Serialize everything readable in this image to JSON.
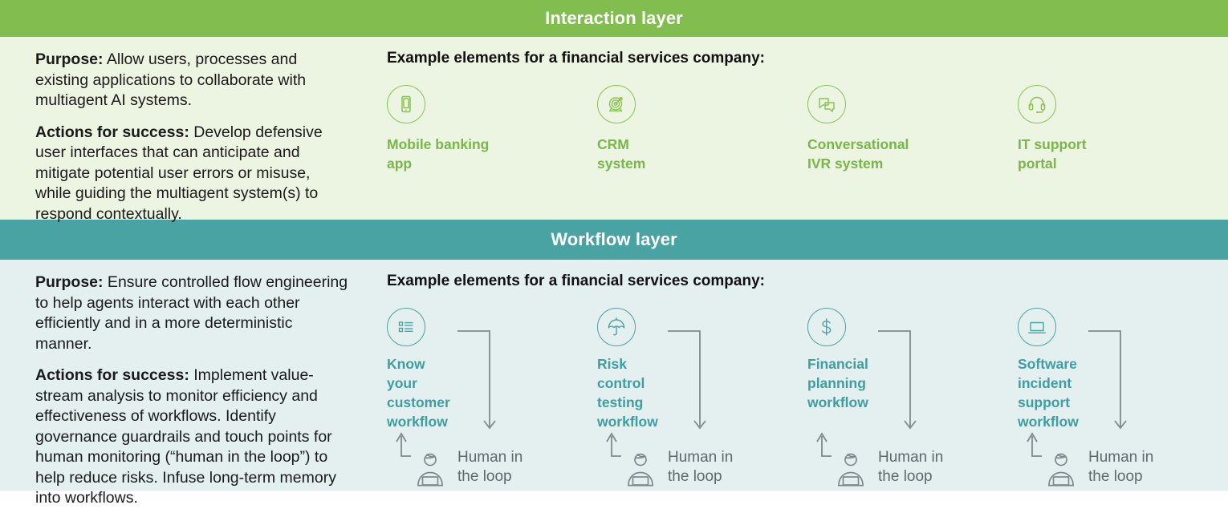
{
  "layers": [
    {
      "id": "interaction",
      "title": "Interaction layer",
      "bar_color": "#82bd50",
      "panel_color": "#ecf4e2",
      "accent_color": "#7ab648",
      "purpose_label": "Purpose:",
      "purpose_text": " Allow users, processes and existing applications to collaborate with multiagent AI systems.",
      "actions_label": "Actions for success:",
      "actions_text": " Develop defensive user interfaces that can anticipate and mitigate potential user errors or misuse, while guiding the multiagent system(s) to respond contextually.",
      "examples_heading": "Example elements for a financial services company:",
      "elements": [
        {
          "icon": "mobile-phone-icon",
          "label": "Mobile banking\napp"
        },
        {
          "icon": "target-bullseye-icon",
          "label": "CRM\nsystem"
        },
        {
          "icon": "chat-bubbles-icon",
          "label": "Conversational\nIVR system"
        },
        {
          "icon": "headset-icon",
          "label": "IT support\nportal"
        }
      ]
    },
    {
      "id": "workflow",
      "title": "Workflow layer",
      "bar_color": "#49a3a3",
      "panel_color": "#e4eff0",
      "accent_color": "#3d9ea2",
      "purpose_label": "Purpose:",
      "purpose_text": " Ensure controlled flow engineering to help agents interact with each other efficiently and in a more deterministic manner.",
      "actions_label": "Actions for success:",
      "actions_text": " Implement value-stream analysis to monitor efficiency and effectiveness of workflows. Identify governance guardrails and touch points for human monitoring (“human in the loop”) to help reduce risks. Infuse long-term memory into workflows.",
      "examples_heading": "Example elements for a financial services company:",
      "human_loop_label": "Human in\nthe loop",
      "elements": [
        {
          "icon": "checklist-icon",
          "label": "Know\nyour\ncustomer\nworkflow"
        },
        {
          "icon": "umbrella-icon",
          "label": "Risk\ncontrol\ntesting\nworkflow"
        },
        {
          "icon": "dollar-sign-icon",
          "label": "Financial\nplanning\nworkflow"
        },
        {
          "icon": "laptop-icon",
          "label": "Software\nincident\nsupport\nworkflow"
        }
      ]
    }
  ]
}
